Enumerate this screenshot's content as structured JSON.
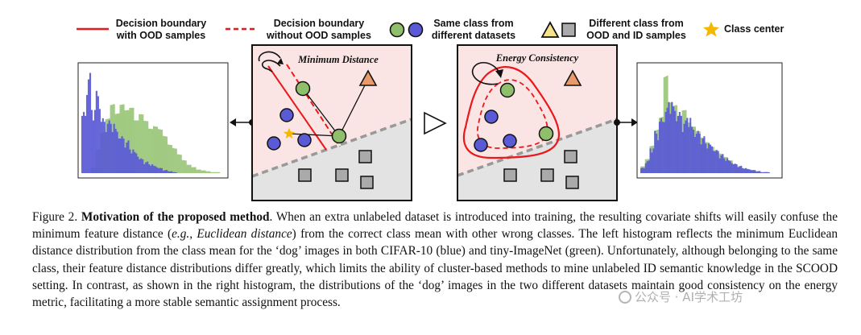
{
  "legend": {
    "solid_line": [
      "Decision boundary",
      "with OOD samples"
    ],
    "dashed_line": [
      "Decision boundary",
      "without OOD samples"
    ],
    "circles": [
      "Same class from",
      "different datasets"
    ],
    "shapes": [
      "Different class from",
      "OOD and ID samples"
    ],
    "star": [
      "Class center"
    ]
  },
  "panels": {
    "left_title": "Minimum Distance",
    "right_title": "Energy Consistency"
  },
  "colors": {
    "red": "#e8191c",
    "green": "#8fbf6a",
    "blue": "#5a5ad6",
    "orange": "#e89a6a",
    "gray": "#999999",
    "pink_region": "#fbe4e4",
    "gray_region": "#e3e3e3",
    "star": "#f5b800"
  },
  "caption": {
    "label": "Figure 2.",
    "title": "Motivation of the proposed method",
    "t1": ". When an extra unlabeled dataset is introduced into training, the resulting covariate shifts will easily confuse the minimum feature distance (",
    "t1_it": "e.g., Euclidean distance",
    "t2": ") from the correct class mean with other wrong classes. The left histogram reflects the minimum Euclidean distance distribution from the class mean for the ‘dog’ images in both CIFAR-10 (blue) and tiny-ImageNet (green). Unfortunately, although belonging to the same class, their feature distance distributions differ greatly, which limits the ability of cluster-based methods to mine unlabeled ID semantic knowledge in the SCOOD setting. In contrast, as shown in the right histogram, the distributions of the ‘dog’ images in the two different datasets maintain good consistency on the energy metric, facilitating a more stable semantic assignment process."
  },
  "watermark": "公众号 · AI学术工坊",
  "chart_data": [
    {
      "type": "bar",
      "title": "",
      "xlabel": "",
      "ylabel": "",
      "series": [
        {
          "values": [
            0.58,
            0.95,
            0.64,
            0.78,
            0.52,
            0.5,
            0.5,
            0.42,
            0.35,
            0.31,
            0.24,
            0.2,
            0.14,
            0.11,
            0.09,
            0.07,
            0.05,
            0.03,
            0.02,
            0.01,
            0,
            0,
            0,
            0,
            0,
            0,
            0,
            0,
            0,
            0
          ]
        },
        {
          "values": [
            0,
            0,
            0.06,
            0.25,
            0.42,
            0.55,
            0.68,
            0.58,
            0.66,
            0.6,
            0.62,
            0.5,
            0.56,
            0.5,
            0.43,
            0.46,
            0.44,
            0.38,
            0.3,
            0.27,
            0.21,
            0.15,
            0.1,
            0.07,
            0.04,
            0.03,
            0.02,
            0.01,
            0.01,
            0
          ]
        }
      ]
    },
    {
      "type": "bar",
      "title": "",
      "xlabel": "",
      "ylabel": "",
      "series": [
        {
          "values": [
            0.05,
            0.12,
            0.25,
            0.4,
            0.52,
            0.62,
            0.72,
            0.63,
            0.58,
            0.5,
            0.56,
            0.44,
            0.4,
            0.35,
            0.3,
            0.27,
            0.22,
            0.18,
            0.15,
            0.12,
            0.09,
            0.07,
            0.05,
            0.04,
            0.03,
            0.02,
            0.01,
            0.01,
            0,
            0
          ]
        },
        {
          "values": [
            0.08,
            0.16,
            0.3,
            0.46,
            0.58,
            0.98,
            0.7,
            0.66,
            0.55,
            0.6,
            0.48,
            0.44,
            0.4,
            0.34,
            0.3,
            0.26,
            0.23,
            0.2,
            0.17,
            0.14,
            0.1,
            0.08,
            0.06,
            0.04,
            0.03,
            0.02,
            0.01,
            0.01,
            0,
            0
          ]
        }
      ]
    }
  ]
}
